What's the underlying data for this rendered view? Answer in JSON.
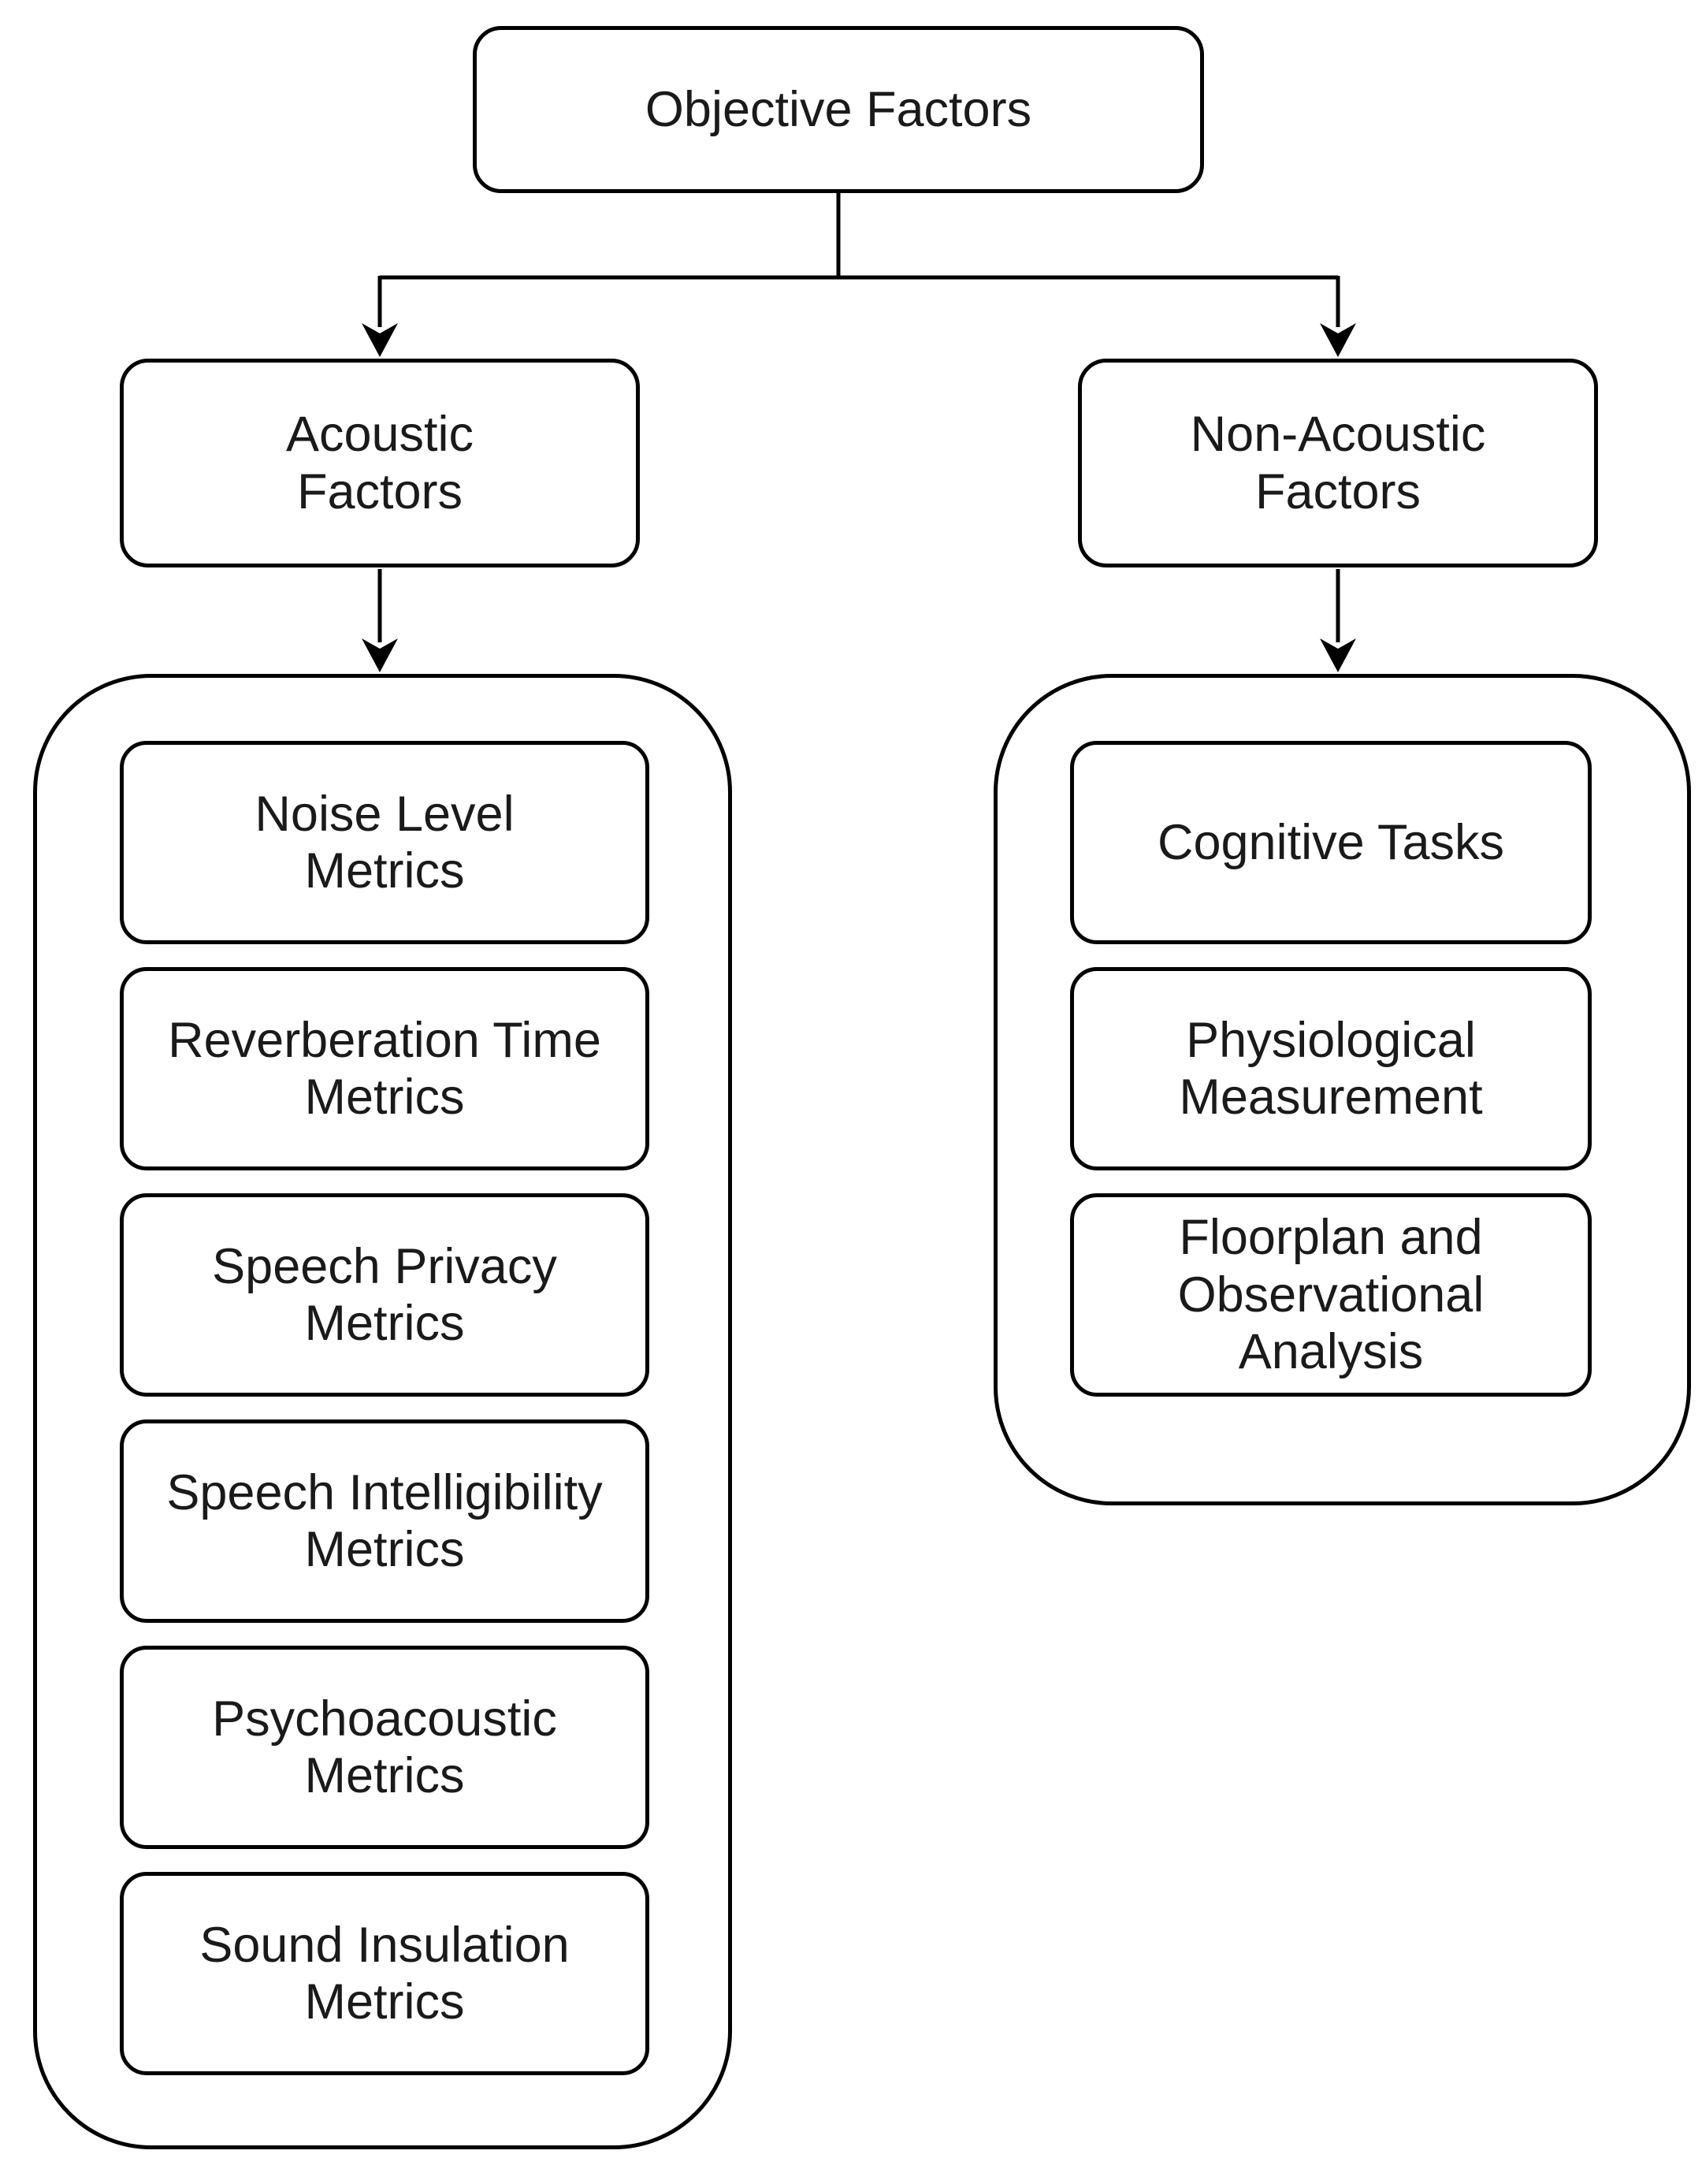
{
  "meta": {
    "background_color": "#ffffff",
    "stroke_color": "#000000",
    "text_color": "#1a1a1a",
    "diagram_type": "hierarchy-flowchart"
  },
  "nodes": {
    "root": {
      "label": "Objective Factors"
    },
    "acoustic": {
      "label": "Acoustic\nFactors"
    },
    "non_acoustic": {
      "label": "Non-Acoustic\nFactors"
    },
    "acoustic_children": [
      {
        "label": "Noise Level\nMetrics"
      },
      {
        "label": "Reverberation Time\nMetrics"
      },
      {
        "label": "Speech Privacy\nMetrics"
      },
      {
        "label": "Speech Intelligibility\nMetrics"
      },
      {
        "label": "Psychoacoustic\nMetrics"
      },
      {
        "label": "Sound Insulation\nMetrics"
      }
    ],
    "non_acoustic_children": [
      {
        "label": "Cognitive Tasks"
      },
      {
        "label": "Physiological\nMeasurement"
      },
      {
        "label": "Floorplan and\nObservational\nAnalysis"
      }
    ]
  }
}
